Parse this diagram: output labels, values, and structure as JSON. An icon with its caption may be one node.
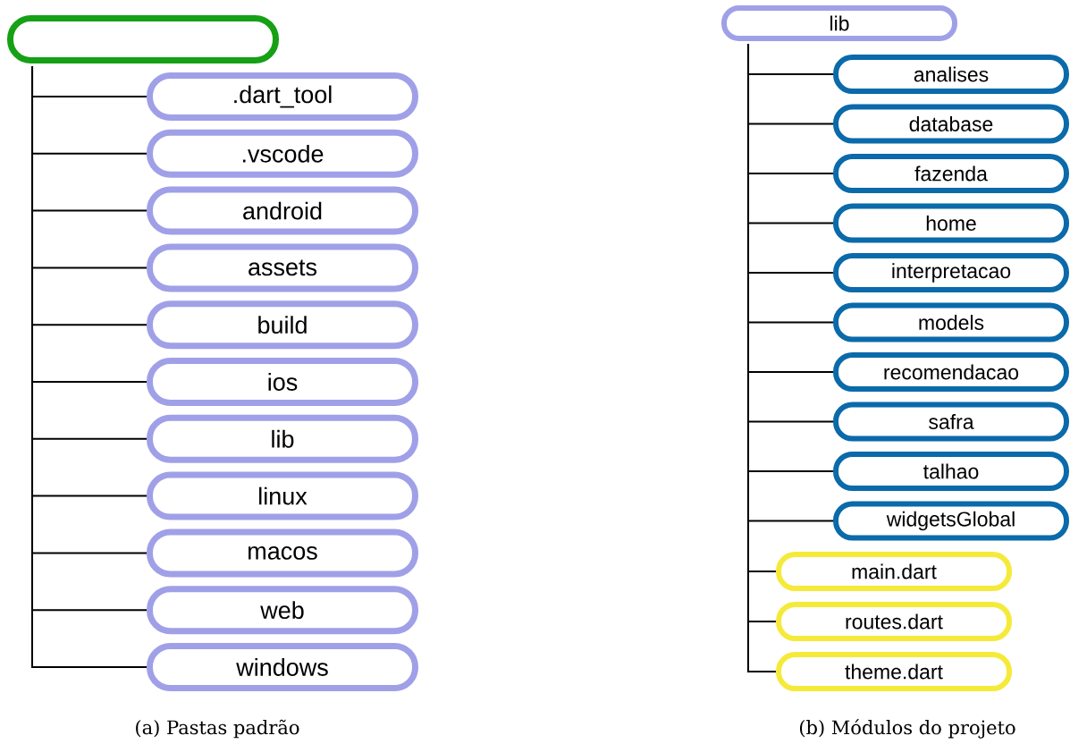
{
  "diagram": {
    "nodes": [
      {
        "text": [],
        "shape": "box"
      },
      {
        "text": [
          ".dart_tool"
        ]
      },
      {
        "text": [
          ".vscode"
        ]
      },
      {
        "text": [
          "android"
        ]
      },
      {
        "text": [
          "assets"
        ]
      },
      {
        "text": [
          "build"
        ]
      },
      {
        "text": [
          "ios"
        ]
      },
      {
        "text": [
          "lib"
        ]
      },
      {
        "text": [
          "linux"
        ]
      },
      {
        "text": [
          "macos"
        ]
      },
      {
        "text": [
          "web"
        ]
      },
      {
        "text": [
          "windows"
        ]
      },
      {
        "text": [
          "lib"
        ]
      },
      {
        "text": [
          "analises"
        ]
      },
      {
        "text": [
          "database"
        ]
      },
      {
        "text": [
          "fazenda"
        ]
      },
      {
        "text": [
          "home"
        ]
      },
      {
        "text": [
          "interpretacao"
        ]
      },
      {
        "text": [
          "models"
        ]
      },
      {
        "text": [
          "recomendacao"
        ]
      },
      {
        "text": [
          "safra"
        ]
      },
      {
        "text": [
          "talhao"
        ]
      },
      {
        "text": [
          "widgetsGlobal"
        ]
      },
      {
        "text": [
          "main.dart"
        ]
      },
      {
        "text": [
          "routes.dart"
        ]
      },
      {
        "text": [
          "theme.dart"
        ]
      }
    ],
    "edges": [
      {
        "from": 0,
        "to": 1,
        "arrow": "none"
      },
      {
        "from": 0,
        "to": 2,
        "arrow": "none"
      },
      {
        "from": 0,
        "to": 3,
        "arrow": "none"
      },
      {
        "from": 0,
        "to": 4,
        "arrow": "none"
      },
      {
        "from": 0,
        "to": 5,
        "arrow": "none"
      },
      {
        "from": 0,
        "to": 6,
        "arrow": "none"
      },
      {
        "from": 0,
        "to": 7,
        "arrow": "none"
      },
      {
        "from": 0,
        "to": 8,
        "arrow": "none"
      },
      {
        "from": 0,
        "to": 9,
        "arrow": "none"
      },
      {
        "from": 0,
        "to": 10,
        "arrow": "none"
      },
      {
        "from": 0,
        "to": 11,
        "arrow": "none"
      },
      {
        "from": 12,
        "to": 13,
        "arrow": "none"
      },
      {
        "from": 12,
        "to": 14,
        "arrow": "none"
      },
      {
        "from": 12,
        "to": 15,
        "arrow": "none"
      },
      {
        "from": 12,
        "to": 16,
        "arrow": "none"
      },
      {
        "from": 12,
        "to": 17,
        "arrow": "none"
      },
      {
        "from": 12,
        "to": 18,
        "arrow": "none"
      },
      {
        "from": 12,
        "to": 19,
        "arrow": "none"
      },
      {
        "from": 12,
        "to": 20,
        "arrow": "none"
      },
      {
        "from": 12,
        "to": 21,
        "arrow": "none"
      },
      {
        "from": 12,
        "to": 22,
        "arrow": "none"
      },
      {
        "from": 12,
        "to": 23,
        "arrow": "none"
      },
      {
        "from": 12,
        "to": 24,
        "arrow": "none"
      },
      {
        "from": 12,
        "to": 25,
        "arrow": "none"
      }
    ],
    "labels": [
      "(a) Pastas padrão",
      "(b) Módulos do projeto"
    ]
  }
}
